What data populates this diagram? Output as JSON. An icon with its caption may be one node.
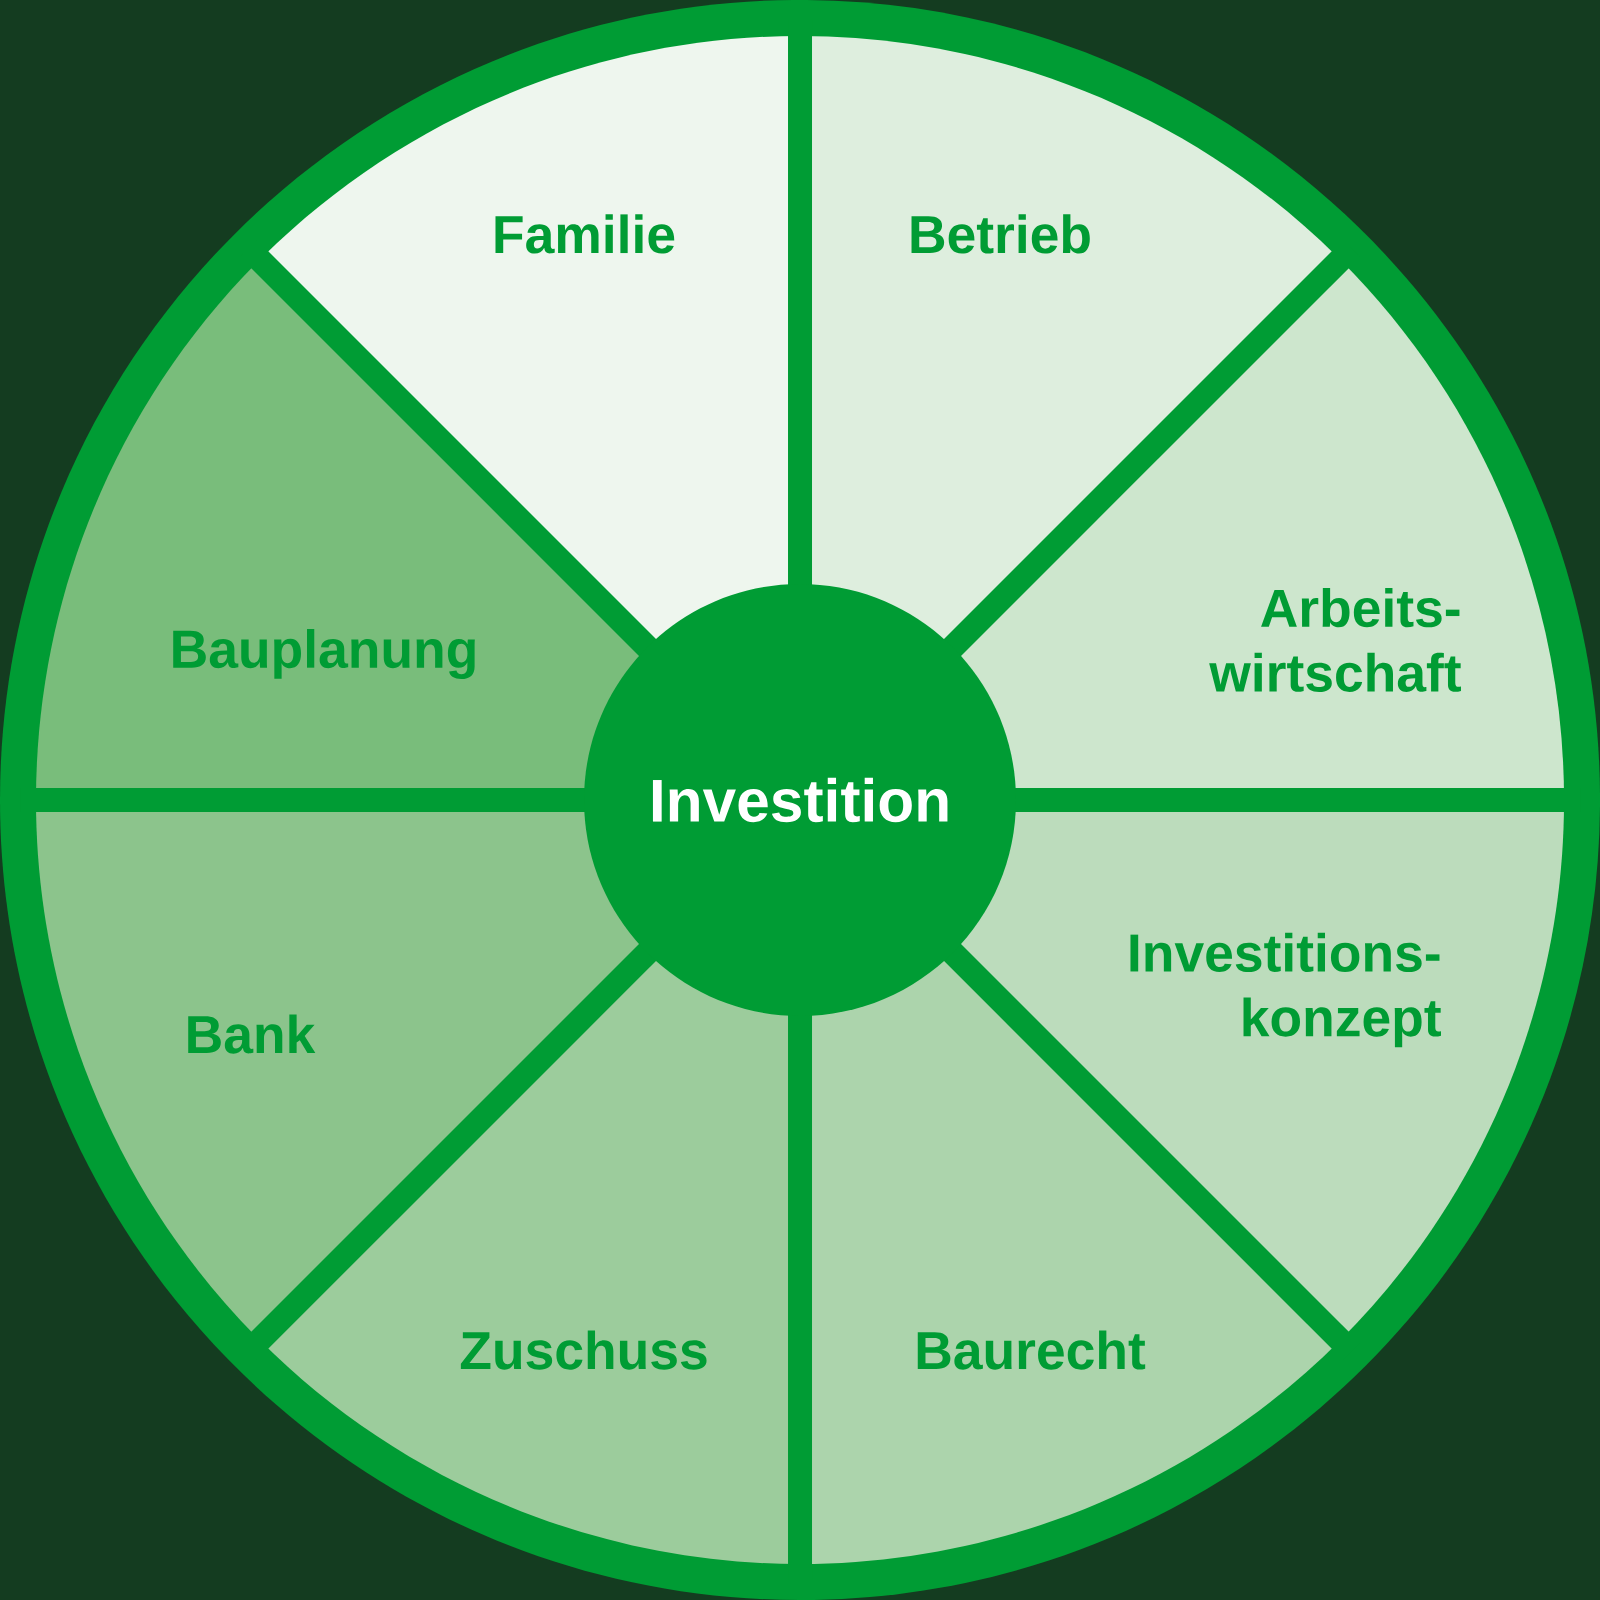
{
  "diagram": {
    "nodes": [
      {
        "text": [
          "Investition"
        ]
      },
      {
        "text": [
          "Familie"
        ]
      },
      {
        "text": [
          "Betrieb"
        ]
      },
      {
        "text": [
          "Arbeits- wirtschaft"
        ]
      },
      {
        "text": [
          "Investitions- konzept"
        ]
      },
      {
        "text": [
          "Baurecht"
        ]
      },
      {
        "text": [
          "Zuschuss"
        ]
      },
      {
        "text": [
          "Bank"
        ]
      },
      {
        "text": [
          "Bauplanung"
        ]
      }
    ]
  }
}
